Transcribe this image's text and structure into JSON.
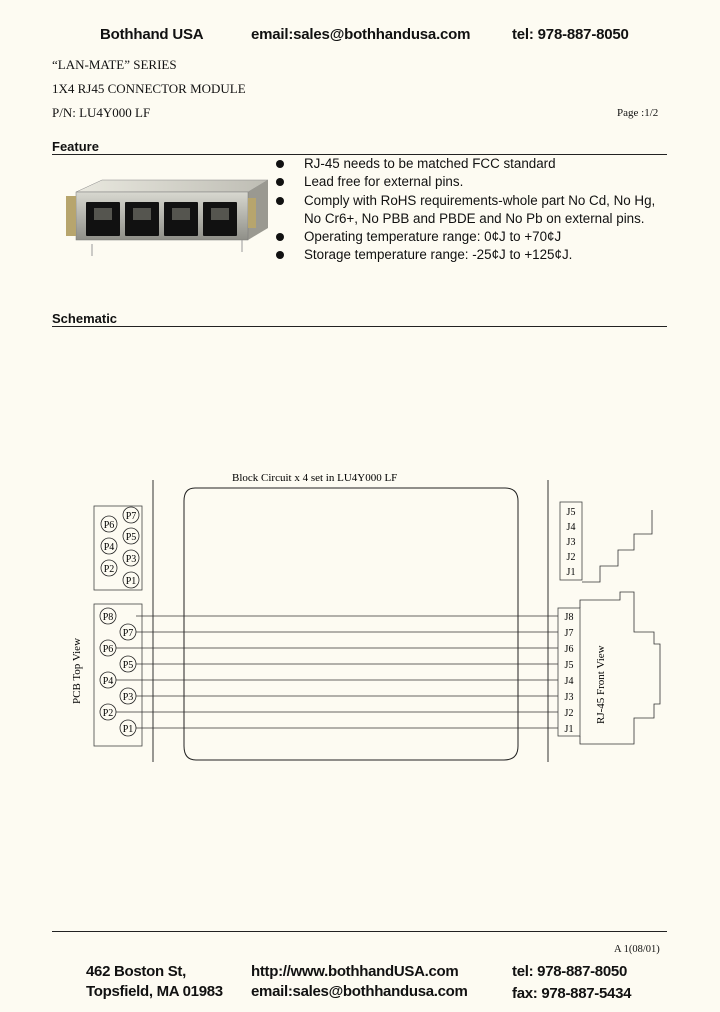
{
  "header": {
    "company": "Bothhand USA",
    "email": "email:sales@bothhandusa.com",
    "tel": "tel: 978-887-8050"
  },
  "title": {
    "series": "“LAN-MATE” SERIES",
    "module": "1X4 RJ45 CONNECTOR MODULE",
    "pn": "P/N: LU4Y000 LF",
    "page": "Page :1/2"
  },
  "feature": {
    "heading": "Feature",
    "items": [
      "RJ-45 needs to be matched FCC standard",
      "Lead free for external pins.",
      "Comply with RoHS requirements-whole part No Cd, No Hg,",
      "No Cr6+, No PBB and PBDE and No Pb on external pins.",
      "Operating temperature range: 0¢J  to +70¢J",
      "Storage temperature range: -25¢J  to +125¢J."
    ]
  },
  "schematic": {
    "heading": "Schematic",
    "block_label": "Block Circuit  x 4 set in LU4Y000 LF",
    "pcb_label": "PCB Top View",
    "rj45_label": "RJ-45 Front View",
    "pins_top": [
      "P7",
      "P6",
      "P5",
      "P4",
      "P3",
      "P2",
      "P1"
    ],
    "pins_main": [
      "P8",
      "P7",
      "P6",
      "P5",
      "P4",
      "P3",
      "P2",
      "P1"
    ],
    "j_small": [
      "J5",
      "J4",
      "J3",
      "J2",
      "J1"
    ],
    "j_main": [
      "J8",
      "J7",
      "J6",
      "J5",
      "J4",
      "J3",
      "J2",
      "J1"
    ]
  },
  "footer": {
    "revision": "A 1(08/01)",
    "address1": "462 Boston St,",
    "address2": "Topsfield, MA 01983",
    "web": "http://www.bothhandUSA.com",
    "email": "email:sales@bothhandusa.com",
    "tel": "tel: 978-887-8050",
    "fax": "fax: 978-887-5434"
  }
}
